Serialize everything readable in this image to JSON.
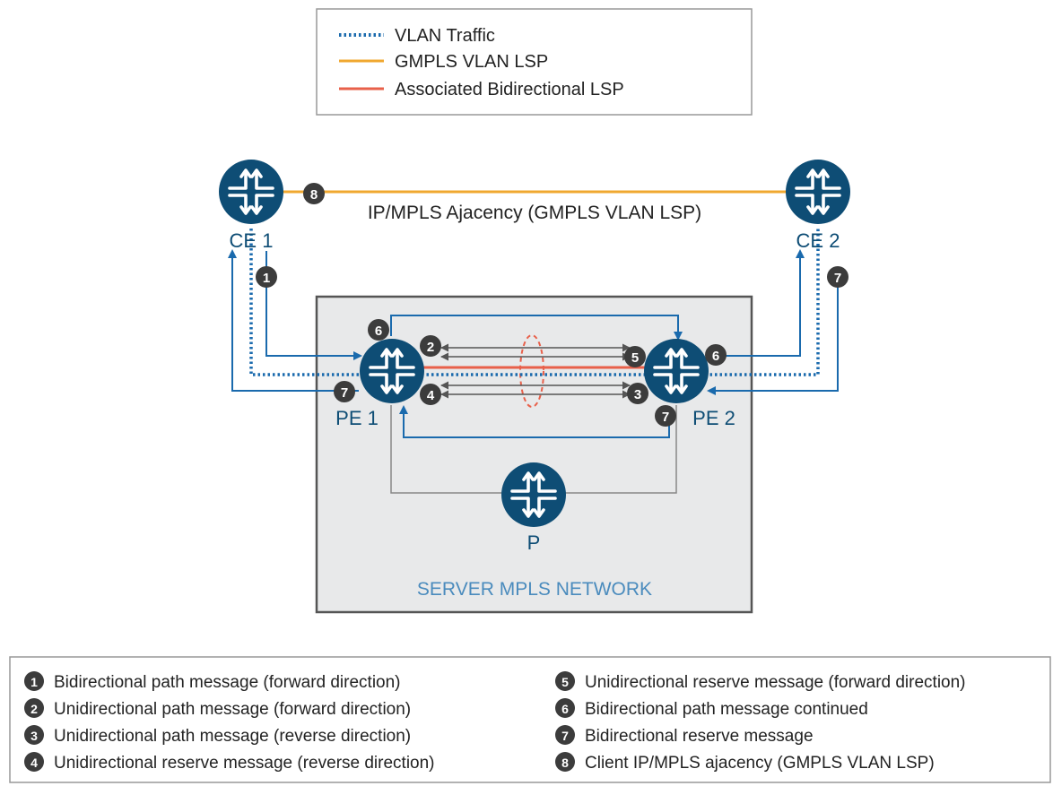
{
  "legend": {
    "items": [
      {
        "label": "VLAN Traffic",
        "color": "#1a6aad",
        "style": "dotted"
      },
      {
        "label": "GMPLS VLAN LSP",
        "color": "#f0a830",
        "style": "solid"
      },
      {
        "label": "Associated Bidirectional LSP",
        "color": "#e8604a",
        "style": "solid"
      }
    ]
  },
  "routers": {
    "ce1": "CE 1",
    "ce2": "CE 2",
    "pe1": "PE 1",
    "pe2": "PE 2",
    "p": "P"
  },
  "adjacency_label": "IP/MPLS Ajacency (GMPLS VLAN LSP)",
  "network_label": "SERVER MPLS NETWORK",
  "step_badges": [
    "1",
    "2",
    "3",
    "4",
    "5",
    "6",
    "7",
    "8"
  ],
  "key": {
    "left": [
      {
        "num": "1",
        "text": "Bidirectional path message (forward direction)"
      },
      {
        "num": "2",
        "text": "Unidirectional path message (forward direction)"
      },
      {
        "num": "3",
        "text": "Unidirectional path message (reverse direction)"
      },
      {
        "num": "4",
        "text": "Unidirectional reserve message (reverse direction)"
      }
    ],
    "right": [
      {
        "num": "5",
        "text": "Unidirectional reserve message (forward direction)"
      },
      {
        "num": "6",
        "text": "Bidirectional path message continued"
      },
      {
        "num": "7",
        "text": "Bidirectional reserve message"
      },
      {
        "num": "8",
        "text": "Client IP/MPLS ajacency (GMPLS VLAN LSP)"
      }
    ]
  },
  "colors": {
    "blue": "#1a6aad",
    "orange": "#f0a830",
    "red": "#e8604a",
    "router": "#0e4d75",
    "badge": "#3c3c3c",
    "gray_line": "#555555",
    "network_fill": "#e8e9ea",
    "network_text": "#4a8bbd"
  }
}
